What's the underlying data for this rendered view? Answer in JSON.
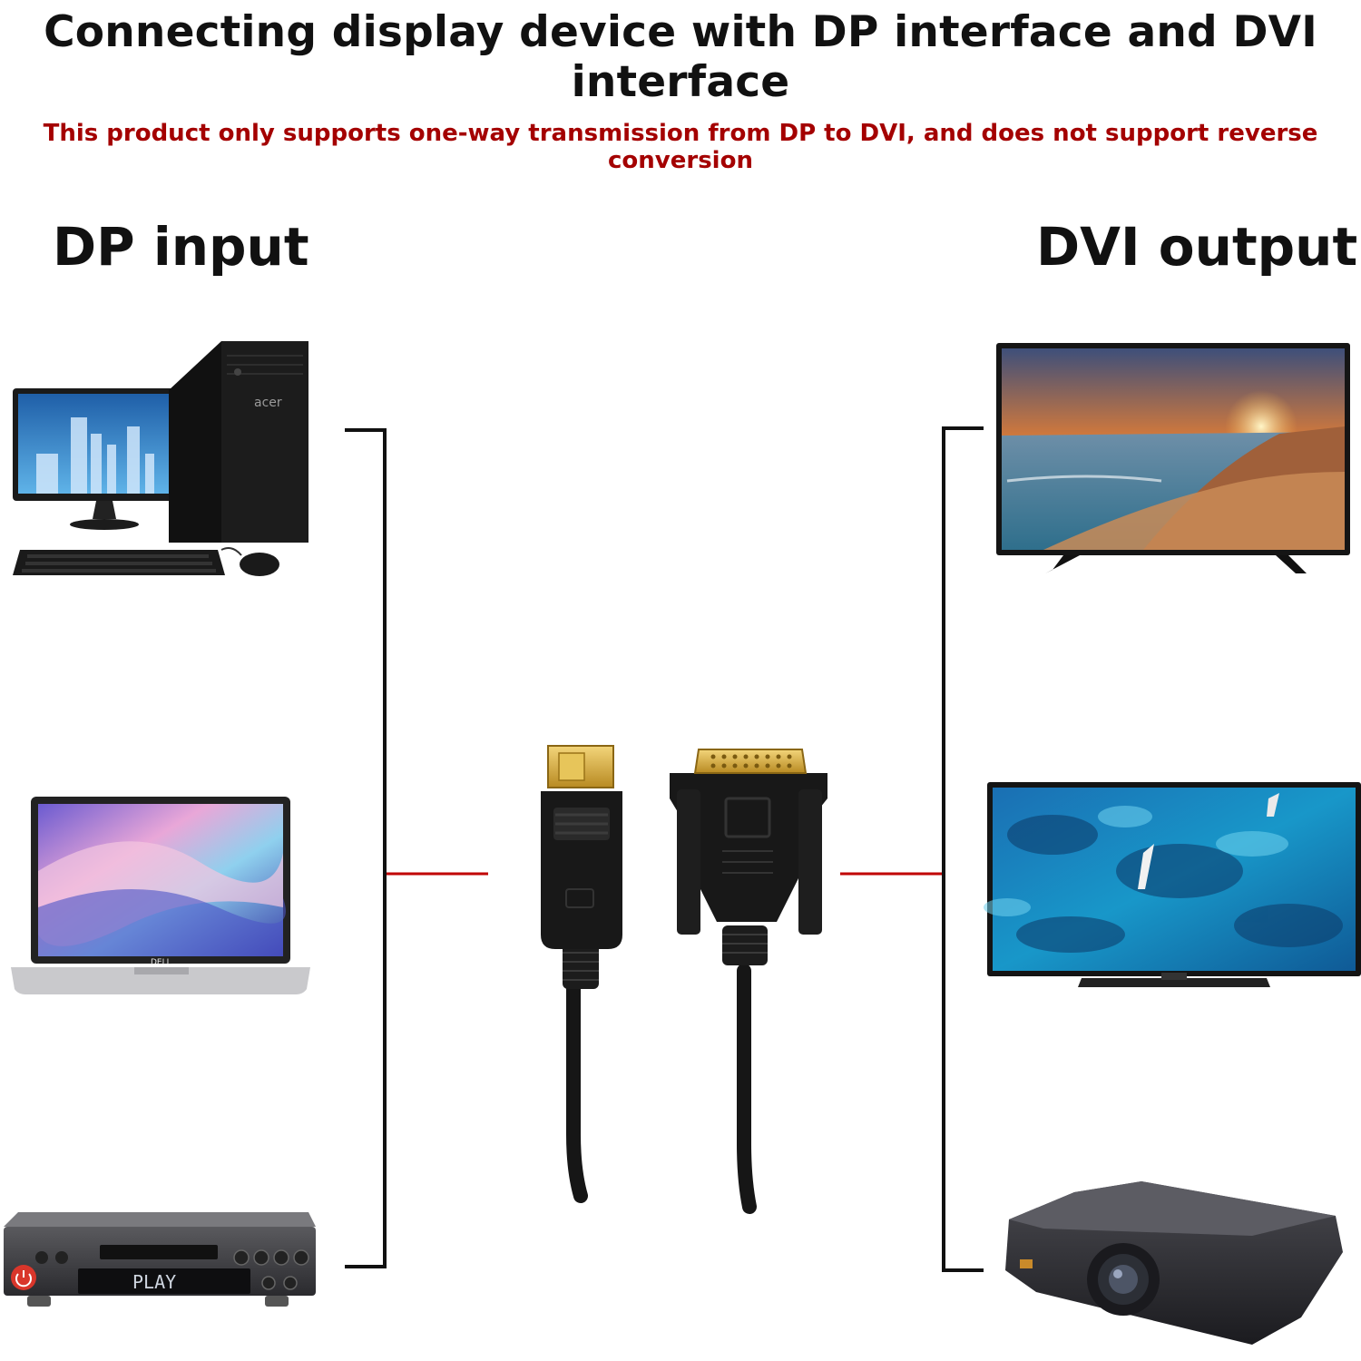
{
  "title": "Connecting display device with DP interface and DVI interface",
  "subtitle": "This product only supports one-way transmission from DP to DVI, and does not support reverse conversion",
  "dp_side": {
    "label": "DP input",
    "devices": [
      {
        "name": "desktop-computer",
        "brand": "acer"
      },
      {
        "name": "laptop",
        "brand": "DELL"
      },
      {
        "name": "media-player",
        "display_text": "PLAY"
      }
    ]
  },
  "dvi_side": {
    "label": "DVI output",
    "devices": [
      {
        "name": "tv-sunset-beach"
      },
      {
        "name": "tv-ocean-aerial"
      },
      {
        "name": "projector"
      }
    ]
  },
  "colors": {
    "title": "#111111",
    "subtitle": "#a40000",
    "bracket": "#111111",
    "connector_line": "#c00000",
    "cable": "#161616",
    "gold_contact": "#d4a933"
  }
}
